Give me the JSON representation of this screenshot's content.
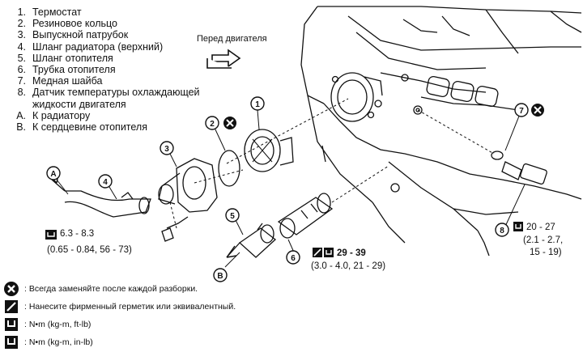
{
  "legend": [
    {
      "key": "1.",
      "text": "Термостат"
    },
    {
      "key": "2.",
      "text": "Резиновое кольцо"
    },
    {
      "key": "3.",
      "text": "Выпускной патрубок"
    },
    {
      "key": "4.",
      "text": "Шланг радиатора (верхний)"
    },
    {
      "key": "5.",
      "text": "Шланг отопителя"
    },
    {
      "key": "6.",
      "text": "Трубка отопителя"
    },
    {
      "key": "7.",
      "text": "Медная шайба"
    },
    {
      "key": "8.",
      "text": "Датчик температуры охлаждающей"
    },
    {
      "key": "",
      "text": "жидкости двигателя"
    },
    {
      "key": "A.",
      "text": "К радиатору"
    },
    {
      "key": "B.",
      "text": "К сердцевине отопителя"
    }
  ],
  "direction_label": "Перед двигателя",
  "callouts": {
    "c1": "1",
    "c2": "2",
    "c3": "3",
    "c4": "4",
    "c5": "5",
    "c6": "6",
    "c7": "7",
    "c8": "8",
    "cA": "A",
    "cB": "B"
  },
  "torque": {
    "bolt_value": "6.3 - 8.3",
    "bolt_units": "(0.65 - 0.84, 56 - 73)",
    "pipe_value": "29 - 39",
    "pipe_units": "(3.0 - 4.0, 21 - 29)",
    "sensor_value": "20 - 27",
    "sensor_units_1": "(2.1 - 2.7,",
    "sensor_units_2": "15 - 19)"
  },
  "notes": [
    {
      "icon": "replace-x-icon",
      "text": ": Всегда заменяйте после каждой разборки."
    },
    {
      "icon": "sealant-icon",
      "text": ": Нанесите фирменный герметик или эквивалентный."
    },
    {
      "icon": "torque-wrench-icon",
      "text": ": N•m (kg-m, ft-lb)"
    },
    {
      "icon": "torque-wrench-icon",
      "text": ": N•m (kg-m, in-lb)"
    }
  ],
  "colors": {
    "ink": "#111111",
    "paper": "#ffffff"
  }
}
